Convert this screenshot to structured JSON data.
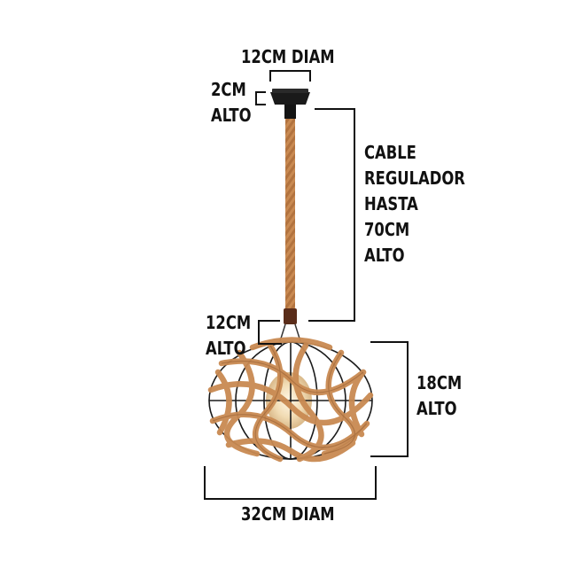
{
  "labels": {
    "canopy_diameter": "12CM DIAM",
    "canopy_height": [
      "2CM",
      "ALTO"
    ],
    "cable": [
      "CABLE",
      "REGULADOR",
      "HASTA",
      "70CM",
      "ALTO"
    ],
    "socket_height": [
      "12CM",
      "ALTO"
    ],
    "shade_height": [
      "18CM",
      "ALTO"
    ],
    "shade_diameter": "32CM DIAM"
  },
  "colors": {
    "dimension_line": "#111111",
    "rope": "#c98a52",
    "canopy": "#1a1a1a",
    "frame_wire": "#1b1b1b",
    "bulb_glow": "#f3e3c4"
  }
}
